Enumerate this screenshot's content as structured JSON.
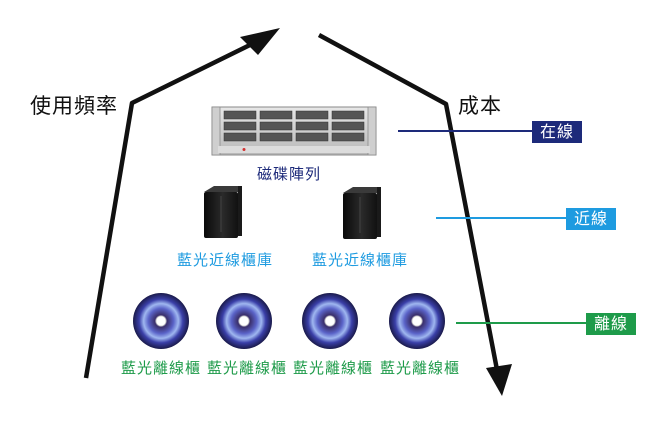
{
  "axis": {
    "left_label": "使用頻率",
    "right_label": "成本"
  },
  "devices": {
    "disk_array_label": "磁碟陣列",
    "bluray_library_labels": [
      "藍光近線櫃庫",
      "藍光近線櫃庫"
    ],
    "bluray_offline_labels": [
      "藍光離線櫃",
      "藍光離線櫃",
      "藍光離線櫃",
      "藍光離線櫃"
    ]
  },
  "tiers": [
    {
      "label": "在線",
      "color": "#1d2a7a"
    },
    {
      "label": "近線",
      "color": "#1e9be0"
    },
    {
      "label": "離線",
      "color": "#1e9b4a"
    }
  ],
  "colors": {
    "disk_label": "#1d2a7a",
    "library_label": "#1e9be0",
    "offline_label": "#1e9b4a",
    "arrow": "#111111"
  }
}
